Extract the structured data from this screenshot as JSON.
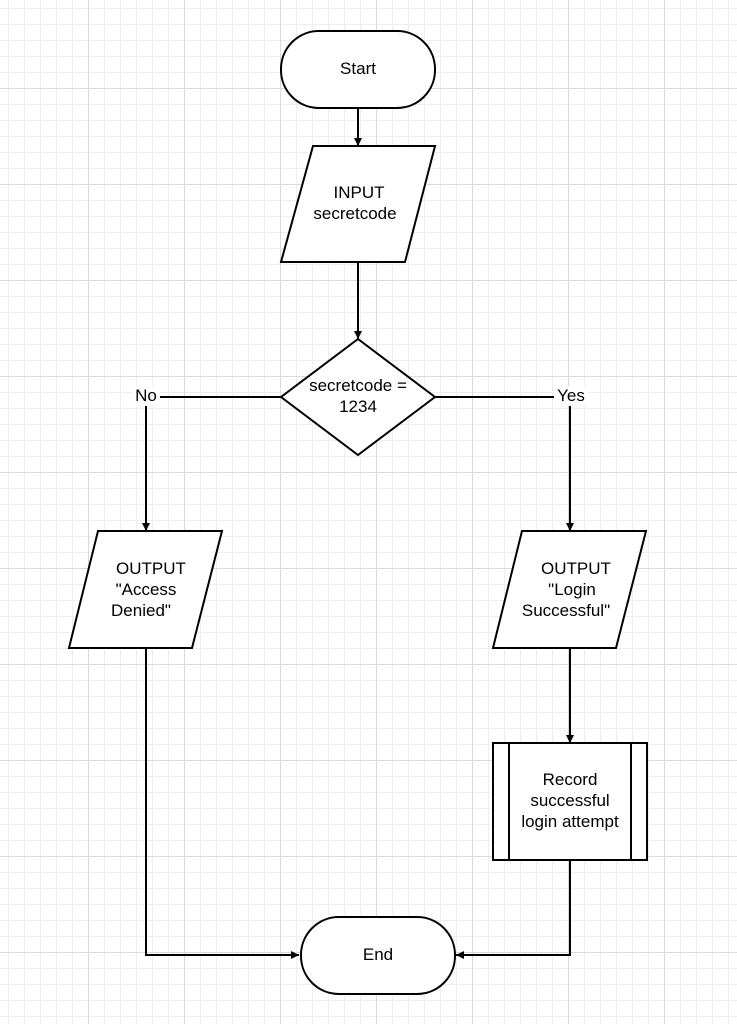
{
  "nodes": {
    "start": {
      "type": "terminator",
      "text": [
        "Start"
      ]
    },
    "input": {
      "type": "input-output",
      "text": [
        "INPUT",
        "secretcode"
      ]
    },
    "decision": {
      "type": "decision",
      "text": [
        "secretcode =",
        "1234"
      ]
    },
    "output_denied": {
      "type": "input-output",
      "text": [
        "OUTPUT",
        "\"Access",
        "Denied\""
      ]
    },
    "output_success": {
      "type": "input-output",
      "text": [
        "OUTPUT",
        "\"Login",
        "Successful\""
      ]
    },
    "record": {
      "type": "predefined-process",
      "text": [
        "Record",
        "successful",
        "login attempt"
      ]
    },
    "end": {
      "type": "terminator",
      "text": [
        "End"
      ]
    }
  },
  "edges": [
    {
      "from": "start",
      "to": "input",
      "label": ""
    },
    {
      "from": "input",
      "to": "decision",
      "label": ""
    },
    {
      "from": "decision",
      "to": "output_denied",
      "label": "No"
    },
    {
      "from": "decision",
      "to": "output_success",
      "label": "Yes"
    },
    {
      "from": "output_success",
      "to": "record",
      "label": ""
    },
    {
      "from": "output_denied",
      "to": "end",
      "label": ""
    },
    {
      "from": "record",
      "to": "end",
      "label": ""
    }
  ],
  "colors": {
    "stroke": "#000000",
    "fill": "#ffffff",
    "grid": "#d9d9d9"
  }
}
